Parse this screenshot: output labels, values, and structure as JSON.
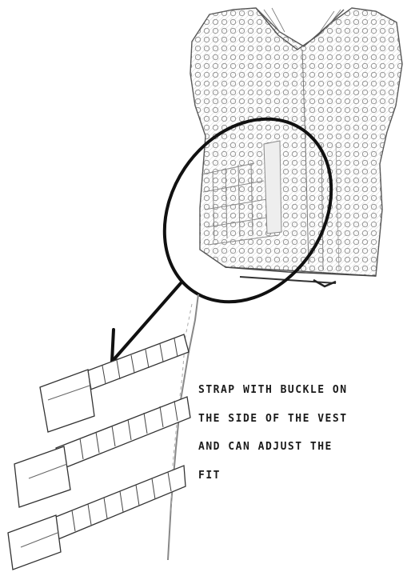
{
  "annotation": {
    "lines": [
      "STRAP WITH BUCKLE ON",
      "THE SIDE OF THE VEST",
      "AND CAN ADJUST THE",
      "FIT"
    ]
  }
}
